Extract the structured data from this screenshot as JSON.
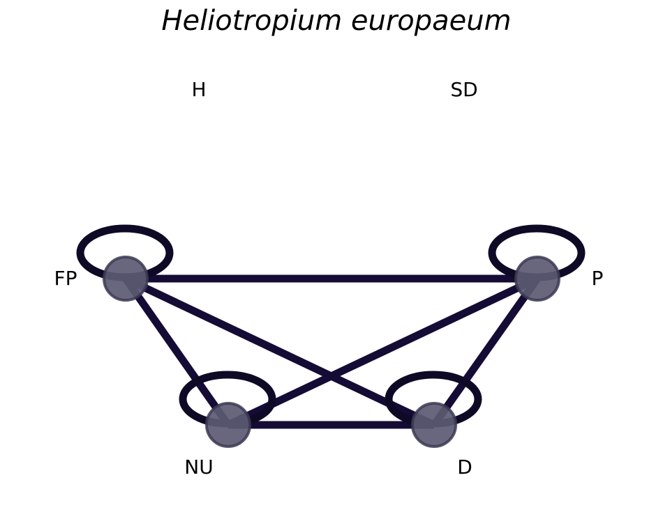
{
  "title": "Heliotropium europaeum",
  "colors": {
    "edge": "#140c35",
    "loop": "#0e0a26",
    "node_fill": "#5c5a72",
    "node_stroke": "#3c3a52",
    "text": "#000000",
    "background": "#ffffff"
  },
  "nodes": [
    {
      "id": "H",
      "label": "H",
      "shown": false
    },
    {
      "id": "SD",
      "label": "SD",
      "shown": false
    },
    {
      "id": "FP",
      "label": "FP",
      "shown": true,
      "self_loop": true
    },
    {
      "id": "P",
      "label": "P",
      "shown": true,
      "self_loop": true
    },
    {
      "id": "NU",
      "label": "NU",
      "shown": true,
      "self_loop": true
    },
    {
      "id": "D",
      "label": "D",
      "shown": true,
      "self_loop": true
    }
  ],
  "edges": [
    {
      "from": "FP",
      "to": "P"
    },
    {
      "from": "FP",
      "to": "NU"
    },
    {
      "from": "FP",
      "to": "D"
    },
    {
      "from": "NU",
      "to": "P"
    },
    {
      "from": "NU",
      "to": "D"
    },
    {
      "from": "D",
      "to": "P"
    }
  ]
}
